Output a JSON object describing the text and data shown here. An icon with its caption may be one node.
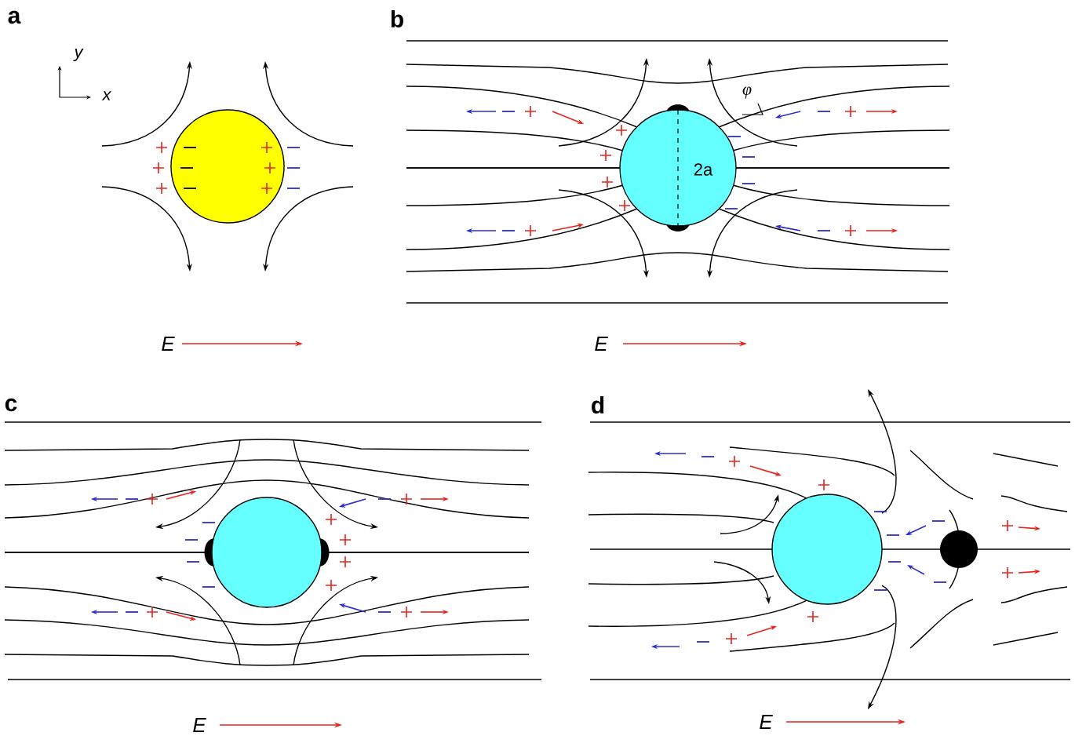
{
  "diagram": {
    "labels": [
      "a",
      "b",
      "y",
      "x",
      "φ",
      "2a",
      "E",
      "E",
      "c",
      "d",
      "E",
      "E"
    ]
  }
}
